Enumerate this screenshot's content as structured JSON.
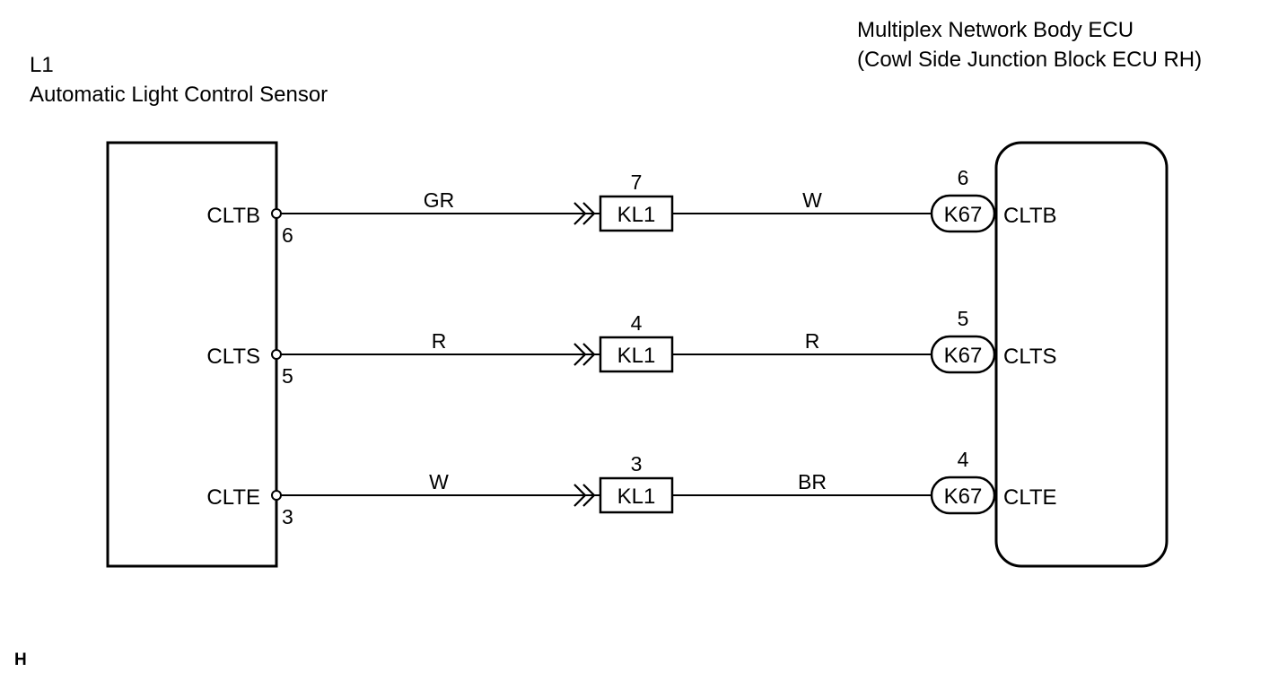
{
  "left_component": {
    "code": "L1",
    "name": "Automatic Light Control Sensor"
  },
  "right_component": {
    "name_line1": "Multiplex Network Body ECU",
    "name_line2": "(Cowl Side Junction Block ECU RH)"
  },
  "wires": [
    {
      "left_terminal": "CLTB",
      "left_pin": "6",
      "left_wire_color": "GR",
      "junction_connector": "KL1",
      "junction_pin": "7",
      "right_wire_color": "W",
      "ecu_connector": "K67",
      "ecu_pin": "6",
      "right_terminal": "CLTB"
    },
    {
      "left_terminal": "CLTS",
      "left_pin": "5",
      "left_wire_color": "R",
      "junction_connector": "KL1",
      "junction_pin": "4",
      "right_wire_color": "R",
      "ecu_connector": "K67",
      "ecu_pin": "5",
      "right_terminal": "CLTS"
    },
    {
      "left_terminal": "CLTE",
      "left_pin": "3",
      "left_wire_color": "W",
      "junction_connector": "KL1",
      "junction_pin": "3",
      "right_wire_color": "BR",
      "ecu_connector": "K67",
      "ecu_pin": "4",
      "right_terminal": "CLTE"
    }
  ],
  "footer_mark": "H"
}
